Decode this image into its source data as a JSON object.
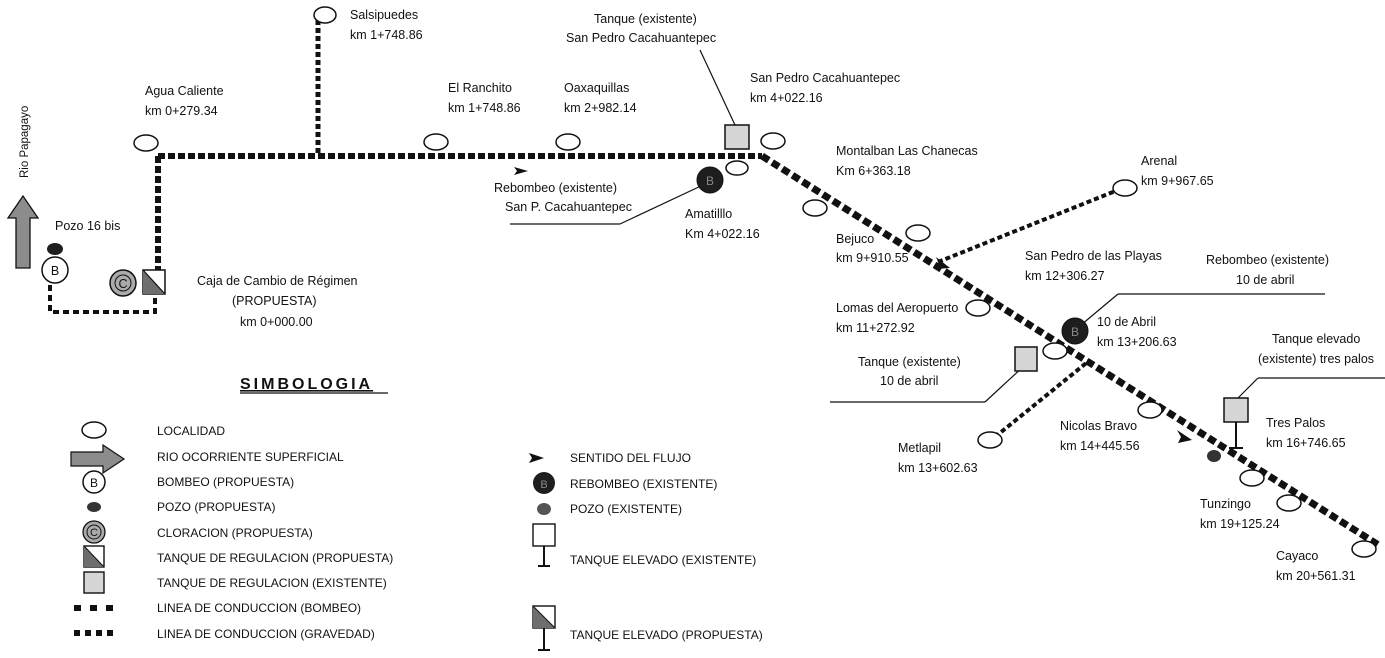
{
  "colors": {
    "line": "#111111",
    "existing_fill": "#e6e6e6",
    "proposed_fill": "#d0d0d0",
    "arrow_fill": "#8c8c8c",
    "pump_existing": "#1e1e1e"
  },
  "river": {
    "name": "Rio Papagayo"
  },
  "places": {
    "pozo16": "Pozo 16 bis",
    "agua_caliente": {
      "name": "Agua Caliente",
      "km": "km 0+279.34"
    },
    "salsipuedes": {
      "name": "Salsipuedes",
      "km": "km 1+748.86"
    },
    "el_ranchito": {
      "name": "El Ranchito",
      "km": "km 1+748.86"
    },
    "oaxaquillas": {
      "name": "Oaxaquillas",
      "km": "km 2+982.14"
    },
    "tanque_spc": {
      "name": "Tanque (existente)",
      "sub": "San Pedro Cacahuantepec"
    },
    "spc": {
      "name": "San Pedro Cacahuantepec",
      "km": "km 4+022.16"
    },
    "rebombeo_spc": {
      "name": "Rebombeo (existente)",
      "sub": "San P. Cacahuantepec"
    },
    "amatillo": {
      "name": "Amatilllo",
      "km": "Km 4+022.16"
    },
    "caja": {
      "name": "Caja de Cambio de Régimen",
      "sub": "(PROPUESTA)",
      "km": "km 0+000.00"
    },
    "montalban": {
      "name": "Montalban Las Chanecas",
      "km": "Km 6+363.18"
    },
    "arenal": {
      "name": "Arenal",
      "km": "km 9+967.65"
    },
    "bejuco": {
      "name": "Bejuco",
      "km": "km 9+910.55"
    },
    "sp_playas": {
      "name": "San Pedro de las Playas",
      "km": "km 12+306.27"
    },
    "rebombeo_abril": {
      "name": "Rebombeo (existente)",
      "sub": "10 de abril"
    },
    "lomas": {
      "name": "Lomas del Aeropuerto",
      "km": "km 11+272.92"
    },
    "abril": {
      "name": "10 de Abril",
      "km": "km 13+206.63"
    },
    "tanque_abril": {
      "name": "Tanque (existente)",
      "sub": "10 de abril"
    },
    "tanque_elevado": {
      "name": "Tanque elevado",
      "sub": "(existente) tres palos"
    },
    "metlapil": {
      "name": "Metlapil",
      "km": "km 13+602.63"
    },
    "nicolas": {
      "name": "Nicolas Bravo",
      "km": "km 14+445.56"
    },
    "tres_palos": {
      "name": "Tres Palos",
      "km": "km 16+746.65"
    },
    "tunzingo": {
      "name": "Tunzingo",
      "km": "km 19+125.24"
    },
    "cayaco": {
      "name": "Cayaco",
      "km": "km 20+561.31"
    }
  },
  "legend": {
    "title": "SIMBOLOGIA",
    "left": [
      "LOCALIDAD",
      "RIO OCORRIENTE SUPERFICIAL",
      "BOMBEO (PROPUESTA)",
      "POZO (PROPUESTA)",
      "CLORACION (PROPUESTA)",
      "TANQUE DE REGULACION (PROPUESTA)",
      "TANQUE DE REGULACION (EXISTENTE)",
      "LINEA DE CONDUCCION (BOMBEO)",
      "LINEA DE CONDUCCION (GRAVEDAD)"
    ],
    "right": [
      "SENTIDO DEL FLUJO",
      "REBOMBEO (EXISTENTE)",
      "POZO (EXISTENTE)",
      "TANQUE ELEVADO (EXISTENTE)",
      "TANQUE ELEVADO (PROPUESTA)"
    ]
  },
  "symbol_letters": {
    "bombeo": "B",
    "cloracion": "C"
  }
}
